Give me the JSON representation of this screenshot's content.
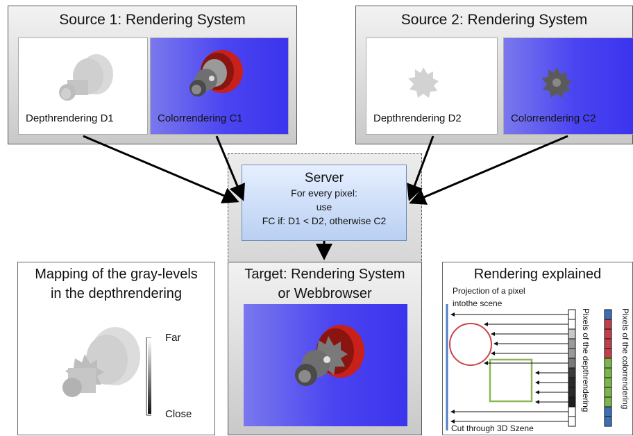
{
  "source1": {
    "title": "Source 1: Rendering System",
    "depth_caption": "Depthrendering D1",
    "color_caption": "Colorrendering C1"
  },
  "source2": {
    "title": "Source 2: Rendering System",
    "depth_caption": "Depthrendering D2",
    "color_caption": "Colorrendering C2"
  },
  "server": {
    "title": "Server",
    "line1": "For every pixel:",
    "line2": "use",
    "line3": "FC if: D1 < D2, otherwise C2"
  },
  "mapping": {
    "title_line1": "Mapping of the gray-levels",
    "title_line2": "in the depthrendering",
    "far_label": "Far",
    "close_label": "Close"
  },
  "target": {
    "title_line1": "Target: Rendering System",
    "title_line2": "or Webbrowser"
  },
  "explained": {
    "title": "Rendering explained",
    "projection_line1": "Projection of a pixel",
    "projection_line2": "intothe scene",
    "depth_pixels_label": "Pixels of the depthrendering",
    "color_pixels_label": "Pixels of the colorrendering",
    "cut_label": "Cut through 3D Szene",
    "depth_pixel_grays": [
      "#ffffff",
      "#ffffff",
      "#c8c8c8",
      "#9a9a9a",
      "#9a9a9a",
      "#7a7a7a",
      "#3a3a3a",
      "#2a2a2a",
      "#2a2a2a",
      "#1e1e1e",
      "#ffffff",
      "#ffffff"
    ],
    "color_pixel_colors": [
      "#3d6fb6",
      "#c0414a",
      "#c0414a",
      "#c0414a",
      "#c0414a",
      "#7db54a",
      "#7db54a",
      "#7db54a",
      "#7db54a",
      "#7db54a",
      "#3d6fb6",
      "#3d6fb6"
    ]
  },
  "colors": {
    "circle_stroke": "#c9434a",
    "square_stroke": "#8cb653",
    "scene_line": "#4d7fc4",
    "gear_red": "#d02a22"
  }
}
